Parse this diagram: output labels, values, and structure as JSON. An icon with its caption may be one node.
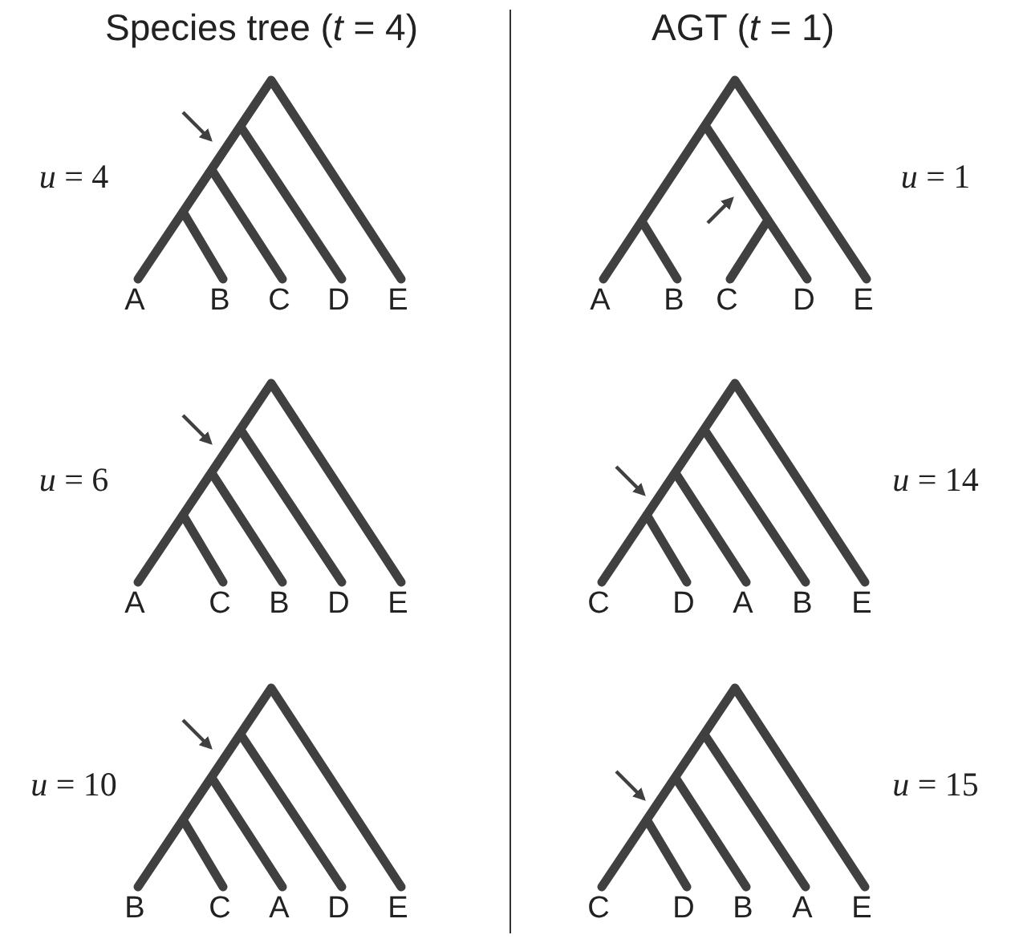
{
  "diagram": {
    "labels": [
      "Species tree (*t* = 4)",
      "AGT (*t* = 1)",
      "*u* = 4",
      "A",
      "B",
      "C",
      "D",
      "E",
      "A",
      "B",
      "C",
      "D",
      "E",
      "*u* = 1",
      "*u* = 6",
      "A",
      "C",
      "B",
      "D",
      "E",
      "C",
      "D",
      "A",
      "B",
      "E",
      "*u* = 14",
      "*u* = 10",
      "B",
      "C",
      "A",
      "D",
      "E",
      "C",
      "D",
      "B",
      "A",
      "E",
      "*u* = 15"
    ]
  }
}
